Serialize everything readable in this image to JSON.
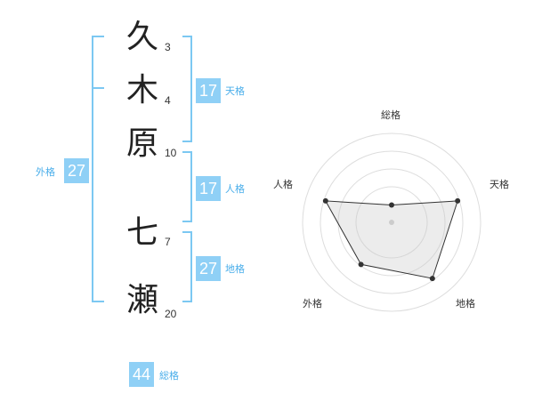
{
  "name": [
    {
      "char": "久",
      "strokes": "3"
    },
    {
      "char": "木",
      "strokes": "4"
    },
    {
      "char": "原",
      "strokes": "10"
    },
    {
      "char": "七",
      "strokes": "7"
    },
    {
      "char": "瀬",
      "strokes": "20"
    }
  ],
  "fortunes": {
    "tenkaku": {
      "value": "17",
      "label": "天格"
    },
    "jinkaku": {
      "value": "17",
      "label": "人格"
    },
    "chikaku": {
      "value": "27",
      "label": "地格"
    },
    "gaikaku": {
      "value": "27",
      "label": "外格"
    },
    "soukaku": {
      "value": "44",
      "label": "総格"
    }
  },
  "colors": {
    "accent": "#8fd0f6",
    "bracket": "#7cc8f2",
    "label": "#4aaeea"
  },
  "chart_data": {
    "type": "radar",
    "axes": [
      "総格",
      "天格",
      "地格",
      "外格",
      "人格"
    ],
    "max": 4,
    "values": [
      1,
      4,
      4,
      3,
      4
    ],
    "grid": true
  }
}
